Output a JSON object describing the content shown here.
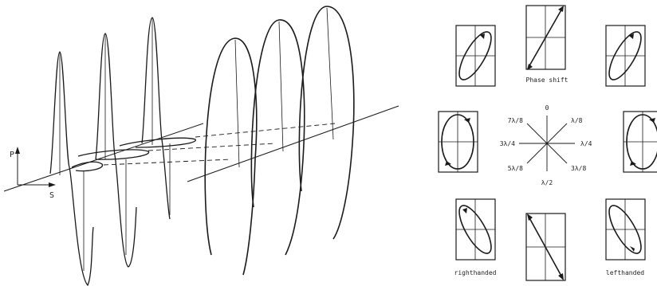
{
  "axes": {
    "p_label": "P",
    "s_label": "S"
  },
  "phase_wheel": {
    "title": "Phase shift",
    "labels": {
      "top": "0",
      "upper_right": "λ/8",
      "right": "λ/4",
      "lower_right": "3λ/8",
      "bottom": "λ/2",
      "lower_left": "5λ/8",
      "left": "3λ/4",
      "upper_left": "7λ/8"
    }
  },
  "captions": {
    "left": "righthanded",
    "right": "lefthanded"
  },
  "colors": {
    "stroke": "#1a1a1a",
    "frame": "#1a1a1a",
    "background": "#ffffff"
  }
}
